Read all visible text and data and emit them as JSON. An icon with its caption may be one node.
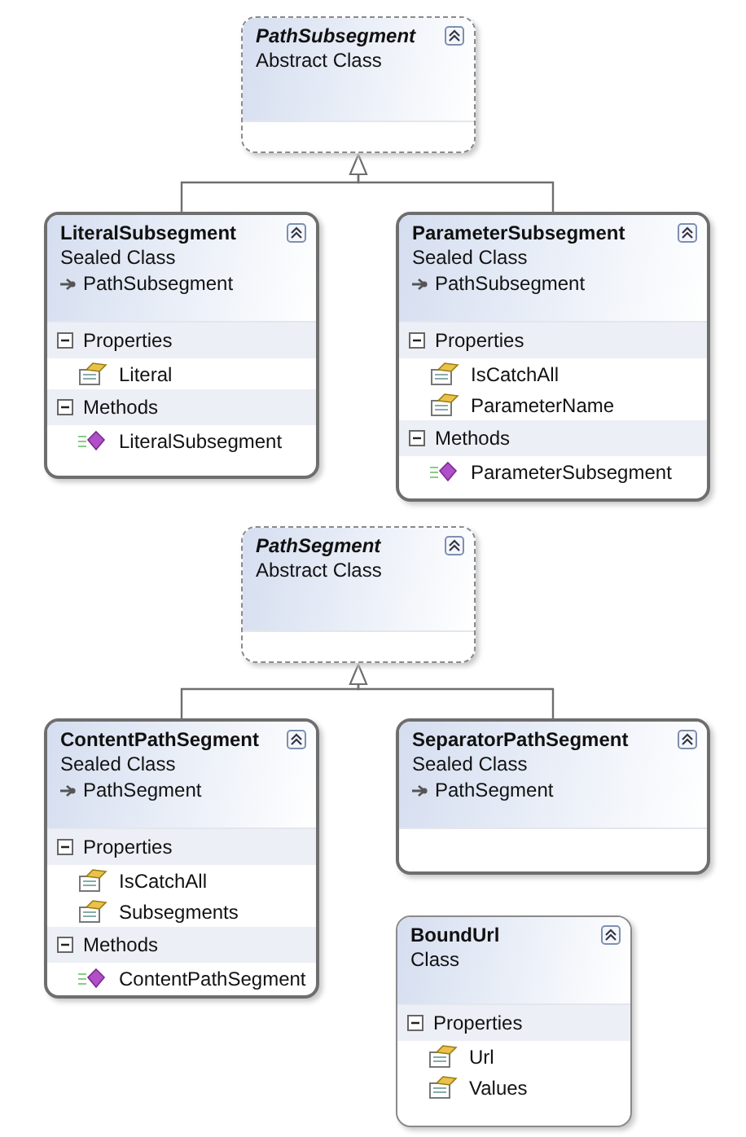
{
  "diagram": {
    "nodes": [
      {
        "text": [
          "PathSubsegment",
          "Abstract Class"
        ]
      },
      {
        "text": [
          "LiteralSubsegment",
          "Sealed Class",
          "PathSubsegment"
        ]
      },
      {
        "text": [
          "Properties",
          "Literal"
        ],
        "in": 1
      },
      {
        "text": [
          "Methods",
          "LiteralSubsegment"
        ],
        "in": 1
      },
      {
        "text": [
          "ParameterSubsegment",
          "Sealed Class",
          "PathSubsegment"
        ]
      },
      {
        "text": [
          "Properties",
          "IsCatchAll",
          "ParameterName"
        ],
        "in": 4
      },
      {
        "text": [
          "Methods",
          "ParameterSubsegment"
        ],
        "in": 4
      },
      {
        "text": [
          "PathSegment",
          "Abstract Class"
        ]
      },
      {
        "text": [
          "ContentPathSegment",
          "Sealed Class",
          "PathSegment"
        ]
      },
      {
        "text": [
          "Properties",
          "IsCatchAll",
          "Subsegments"
        ],
        "in": 8
      },
      {
        "text": [
          "Methods",
          "ContentPathSegment"
        ],
        "in": 8
      },
      {
        "text": [
          "SeparatorPathSegment",
          "Sealed Class",
          "PathSegment"
        ]
      },
      {
        "text": [
          "BoundUrl",
          "Class"
        ]
      },
      {
        "text": [
          "Properties",
          "Url",
          "Values"
        ],
        "in": 12
      }
    ],
    "edges": [
      {
        "from": 1,
        "to": 0,
        "arrow": "to"
      },
      {
        "from": 4,
        "to": 0,
        "arrow": "to"
      },
      {
        "from": 8,
        "to": 7,
        "arrow": "to"
      },
      {
        "from": 11,
        "to": 7,
        "arrow": "to"
      }
    ]
  }
}
